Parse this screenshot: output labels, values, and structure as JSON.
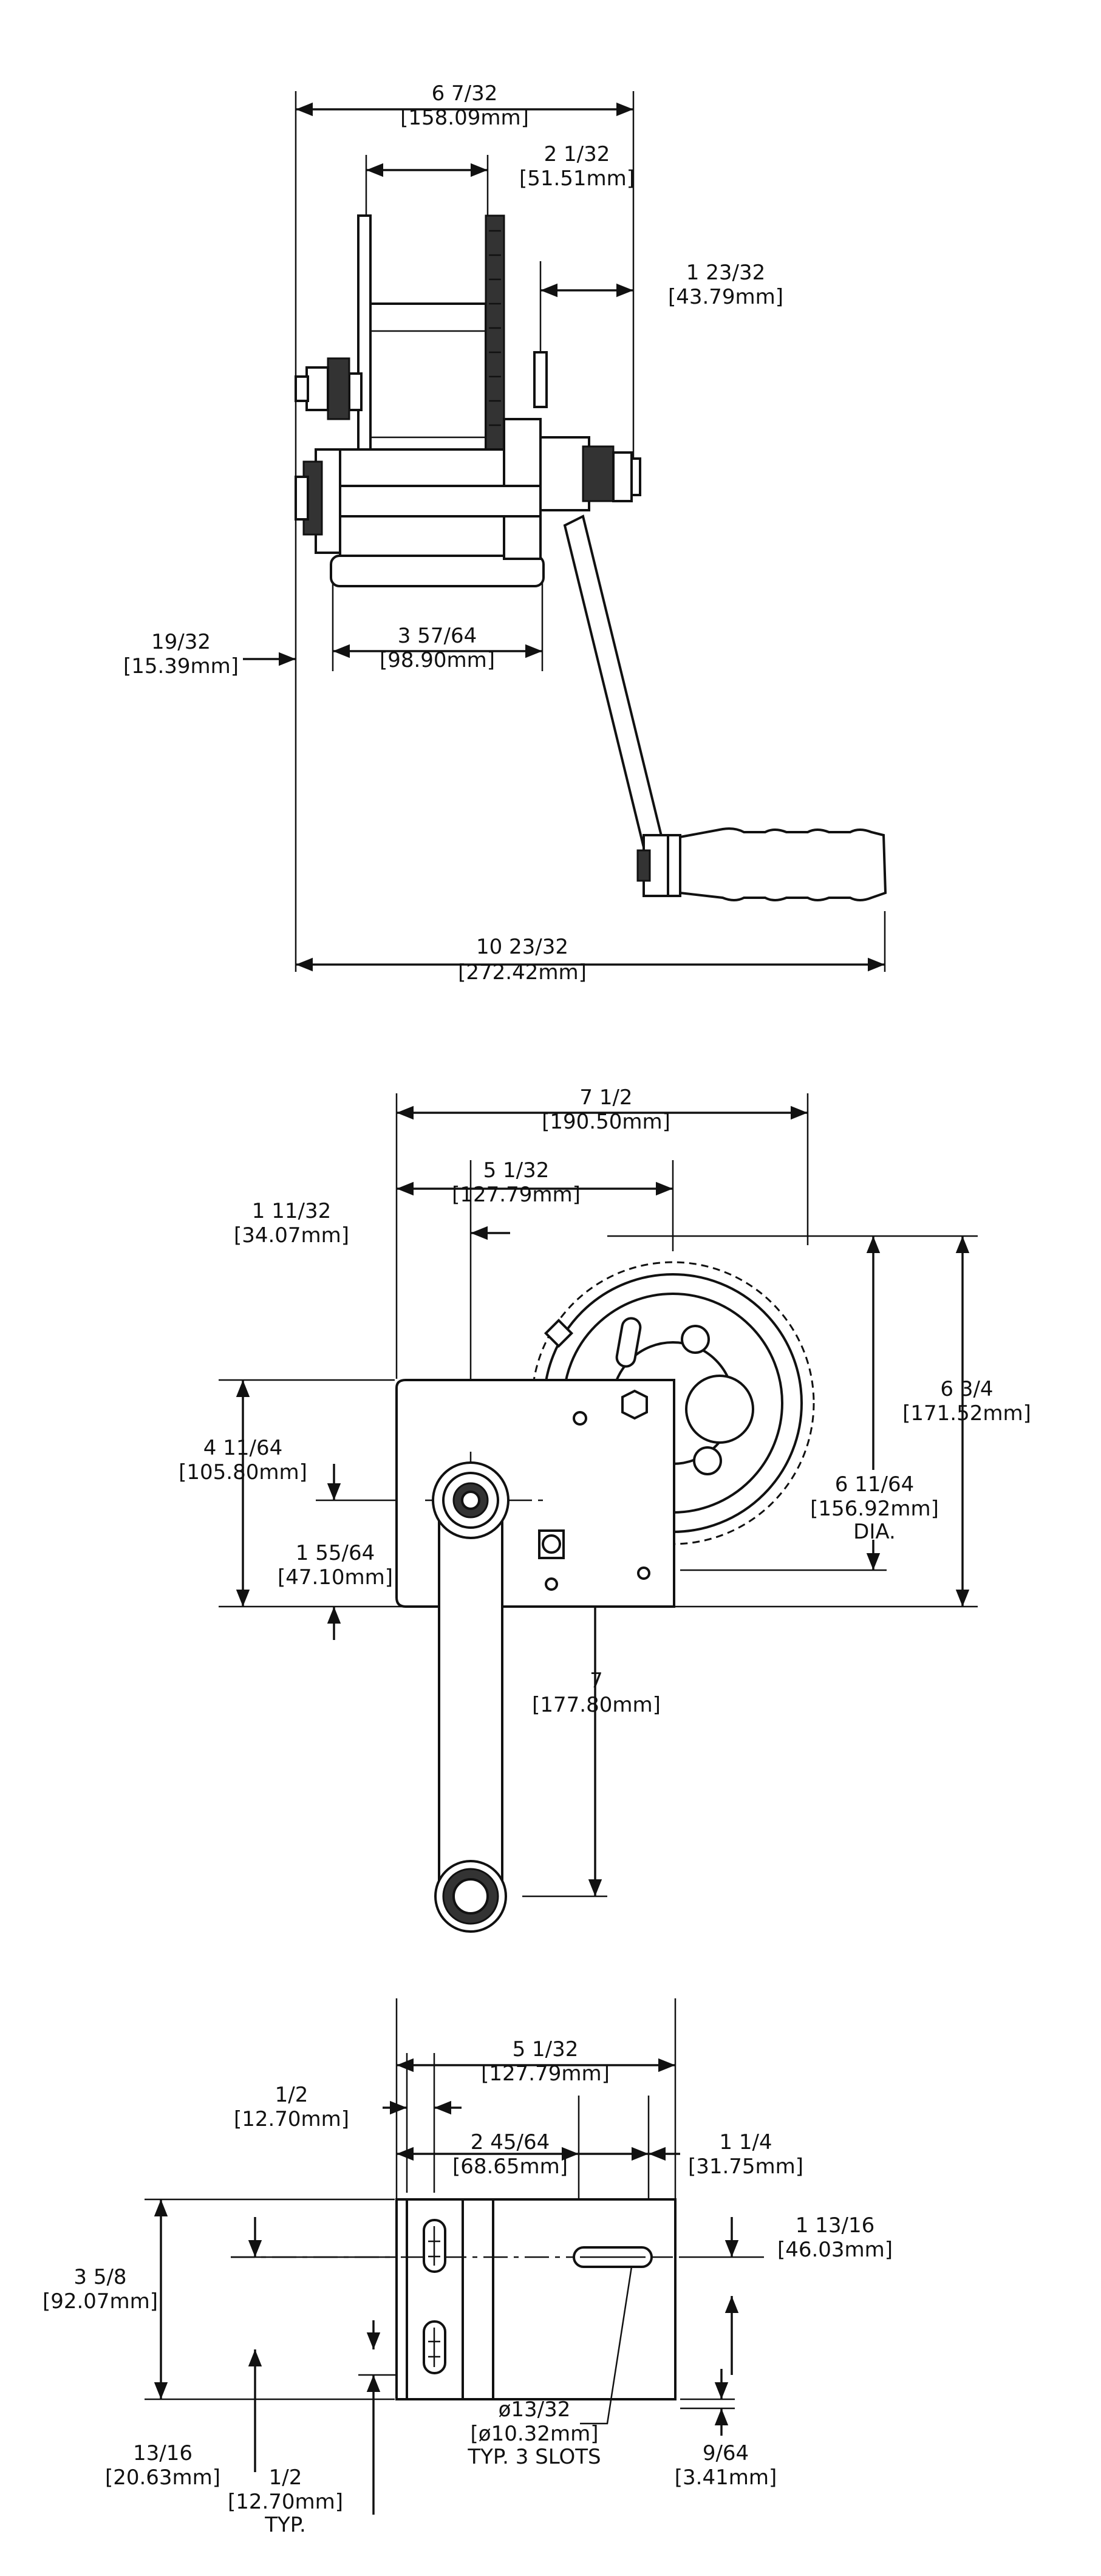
{
  "side_view": {
    "overall_width": {
      "frac": "6 7/32",
      "mm": "[158.09mm]"
    },
    "drum_width": {
      "frac": "2 1/32",
      "mm": "[51.51mm]"
    },
    "shaft_offset": {
      "frac": "1 23/32",
      "mm": "[43.79mm]"
    },
    "nut_offset": {
      "frac": "19/32",
      "mm": "[15.39mm]"
    },
    "base_width": {
      "frac": "3 57/64",
      "mm": "[98.90mm]"
    },
    "handle_length": {
      "frac": "10 23/32",
      "mm": "[272.42mm]"
    }
  },
  "front_view": {
    "overall_width": {
      "frac": "7 1/2",
      "mm": "[190.50mm]"
    },
    "crank_to_gear": {
      "frac": "5 1/32",
      "mm": "[127.79mm]"
    },
    "frame_to_crank": {
      "frac": "1 11/32",
      "mm": "[34.07mm]"
    },
    "frame_height": {
      "frac": "4 11/64",
      "mm": "[105.80mm]"
    },
    "crank_height": {
      "frac": "1 55/64",
      "mm": "[47.10mm]"
    },
    "crank_radius": {
      "frac": "7",
      "mm": "[177.80mm]"
    },
    "gear_dia": {
      "frac": "6 11/64",
      "mm": "[156.92mm]",
      "note": "DIA."
    },
    "overall_height": {
      "frac": "6 3/4",
      "mm": "[171.52mm]"
    }
  },
  "base_view": {
    "width": {
      "frac": "5 1/32",
      "mm": "[127.79mm]"
    },
    "slot_offset": {
      "frac": "1/2",
      "mm": "[12.70mm]"
    },
    "slot_spacing": {
      "frac": "2 45/64",
      "mm": "[68.65mm]"
    },
    "right_slot": {
      "frac": "1 1/4",
      "mm": "[31.75mm]"
    },
    "depth": {
      "frac": "3 5/8",
      "mm": "[92.07mm]"
    },
    "slot_height": {
      "frac": "1 13/16",
      "mm": "[46.03mm]"
    },
    "lower_slot": {
      "frac": "13/16",
      "mm": "[20.63mm]"
    },
    "slot_width": {
      "frac": "1/2",
      "mm": "[12.70mm]",
      "note": "TYP."
    },
    "slot_dia": {
      "frac": "ø13/32",
      "mm": "[ø10.32mm]",
      "note": "TYP. 3 SLOTS"
    },
    "flange": {
      "frac": "9/64",
      "mm": "[3.41mm]"
    }
  }
}
